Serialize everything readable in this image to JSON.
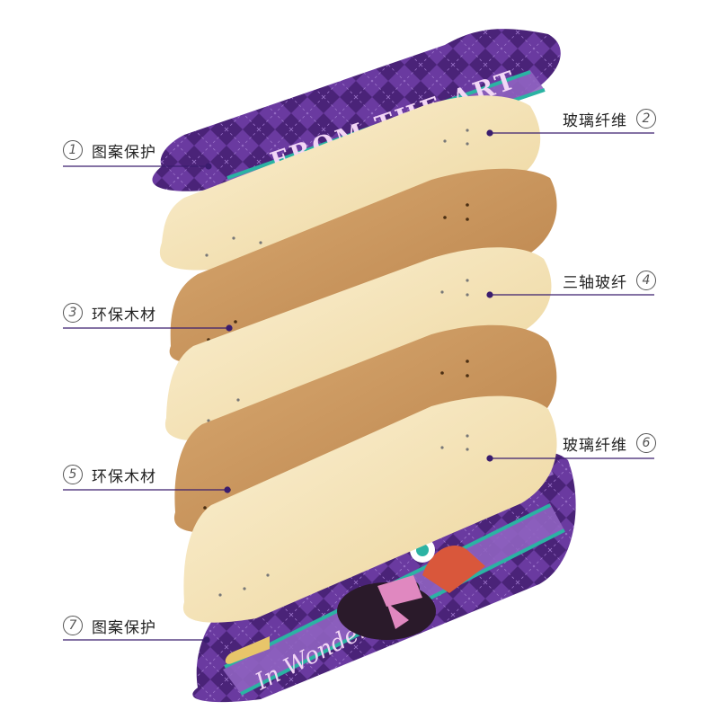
{
  "layers": [
    {
      "id": 1,
      "number": "1",
      "label": "图案保护",
      "material": "graphic",
      "side": "left"
    },
    {
      "id": 2,
      "number": "2",
      "label": "玻璃纤维",
      "material": "fiberglass",
      "side": "right"
    },
    {
      "id": 3,
      "number": "3",
      "label": "环保木材",
      "material": "wood",
      "side": "left"
    },
    {
      "id": 4,
      "number": "4",
      "label": "三轴玻纤",
      "material": "fiberglass",
      "side": "right"
    },
    {
      "id": 5,
      "number": "5",
      "label": "环保木材",
      "material": "wood",
      "side": "left"
    },
    {
      "id": 6,
      "number": "6",
      "label": "玻璃纤维",
      "material": "fiberglass",
      "side": "right"
    },
    {
      "id": 7,
      "number": "7",
      "label": "图案保护",
      "material": "graphic",
      "side": "left"
    }
  ],
  "deck_top_text": "FROM THE ART",
  "deck_bottom_text": "In Wonder land",
  "colors": {
    "purple_dark": "#4a2378",
    "purple_mid": "#6a3aa0",
    "purple_light": "#9a72c8",
    "teal_stripe": "#2bb3a3",
    "fiberglass": "#f4e2b4",
    "wood": "#c8955c",
    "leader_line": "#3a1d6e"
  }
}
